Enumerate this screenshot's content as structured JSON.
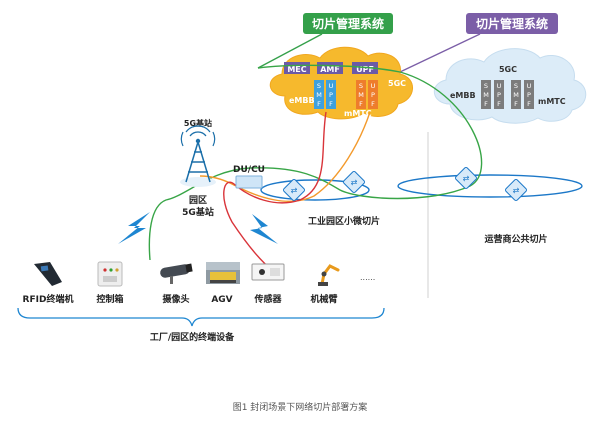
{
  "callouts": {
    "left": "切片管理系统",
    "right": "切片管理系统"
  },
  "private_cloud": {
    "nf_labels": [
      "MEC",
      "AMF",
      "UPF"
    ],
    "embb": "eMBB",
    "mmtc": "mMTC",
    "fivegc": "5GC",
    "smf_letters": [
      "S",
      "M",
      "F"
    ],
    "upf_letters": [
      "U",
      "P",
      "F"
    ]
  },
  "public_cloud": {
    "fivegc": "5GC",
    "embb": "eMBB",
    "mmtc": "mMTC",
    "smf_letters": [
      "S",
      "M",
      "F"
    ],
    "upf_letters": [
      "U",
      "P",
      "F"
    ]
  },
  "base_station": {
    "top_label": "5G基站",
    "label_line1": "园区",
    "label_line2": "5G基站"
  },
  "du_cu": "DU/CU",
  "rings": {
    "industrial": "工业园区小微切片",
    "operator": "运营商公共切片"
  },
  "devices": [
    {
      "label": "RFID终端机"
    },
    {
      "label": "控制箱"
    },
    {
      "label": "摄像头"
    },
    {
      "label": "AGV"
    },
    {
      "label": "传感器"
    },
    {
      "label": "机械臂"
    }
  ],
  "ellipsis": "......",
  "device_group_label": "工厂/园区的终端设备",
  "caption": "图1  封闭场景下网络切片部署方案",
  "colors": {
    "callout_left": "#34a04a",
    "callout_right": "#7b5ea7",
    "private_cloud": "#f6b92d",
    "public_cloud": "#dcecf8",
    "nf_purple": "#6b5aa7",
    "smf_blue": "#3ea0dd",
    "upf_orange": "#ee7d2c",
    "public_nf_gray": "#7c7c7c",
    "line_green": "#38a547",
    "line_red": "#d9343a",
    "line_orange": "#f39a2c",
    "ring_blue": "#1c78c8",
    "wireless_blue": "#1e86d1",
    "tower_blue": "#1b6fa9",
    "text_dark": "#222222",
    "caption": "#555555"
  },
  "icons": {
    "router": "switch-node-icon",
    "tower": "antenna-tower-icon",
    "wireless": "lightning-signal-icon"
  }
}
